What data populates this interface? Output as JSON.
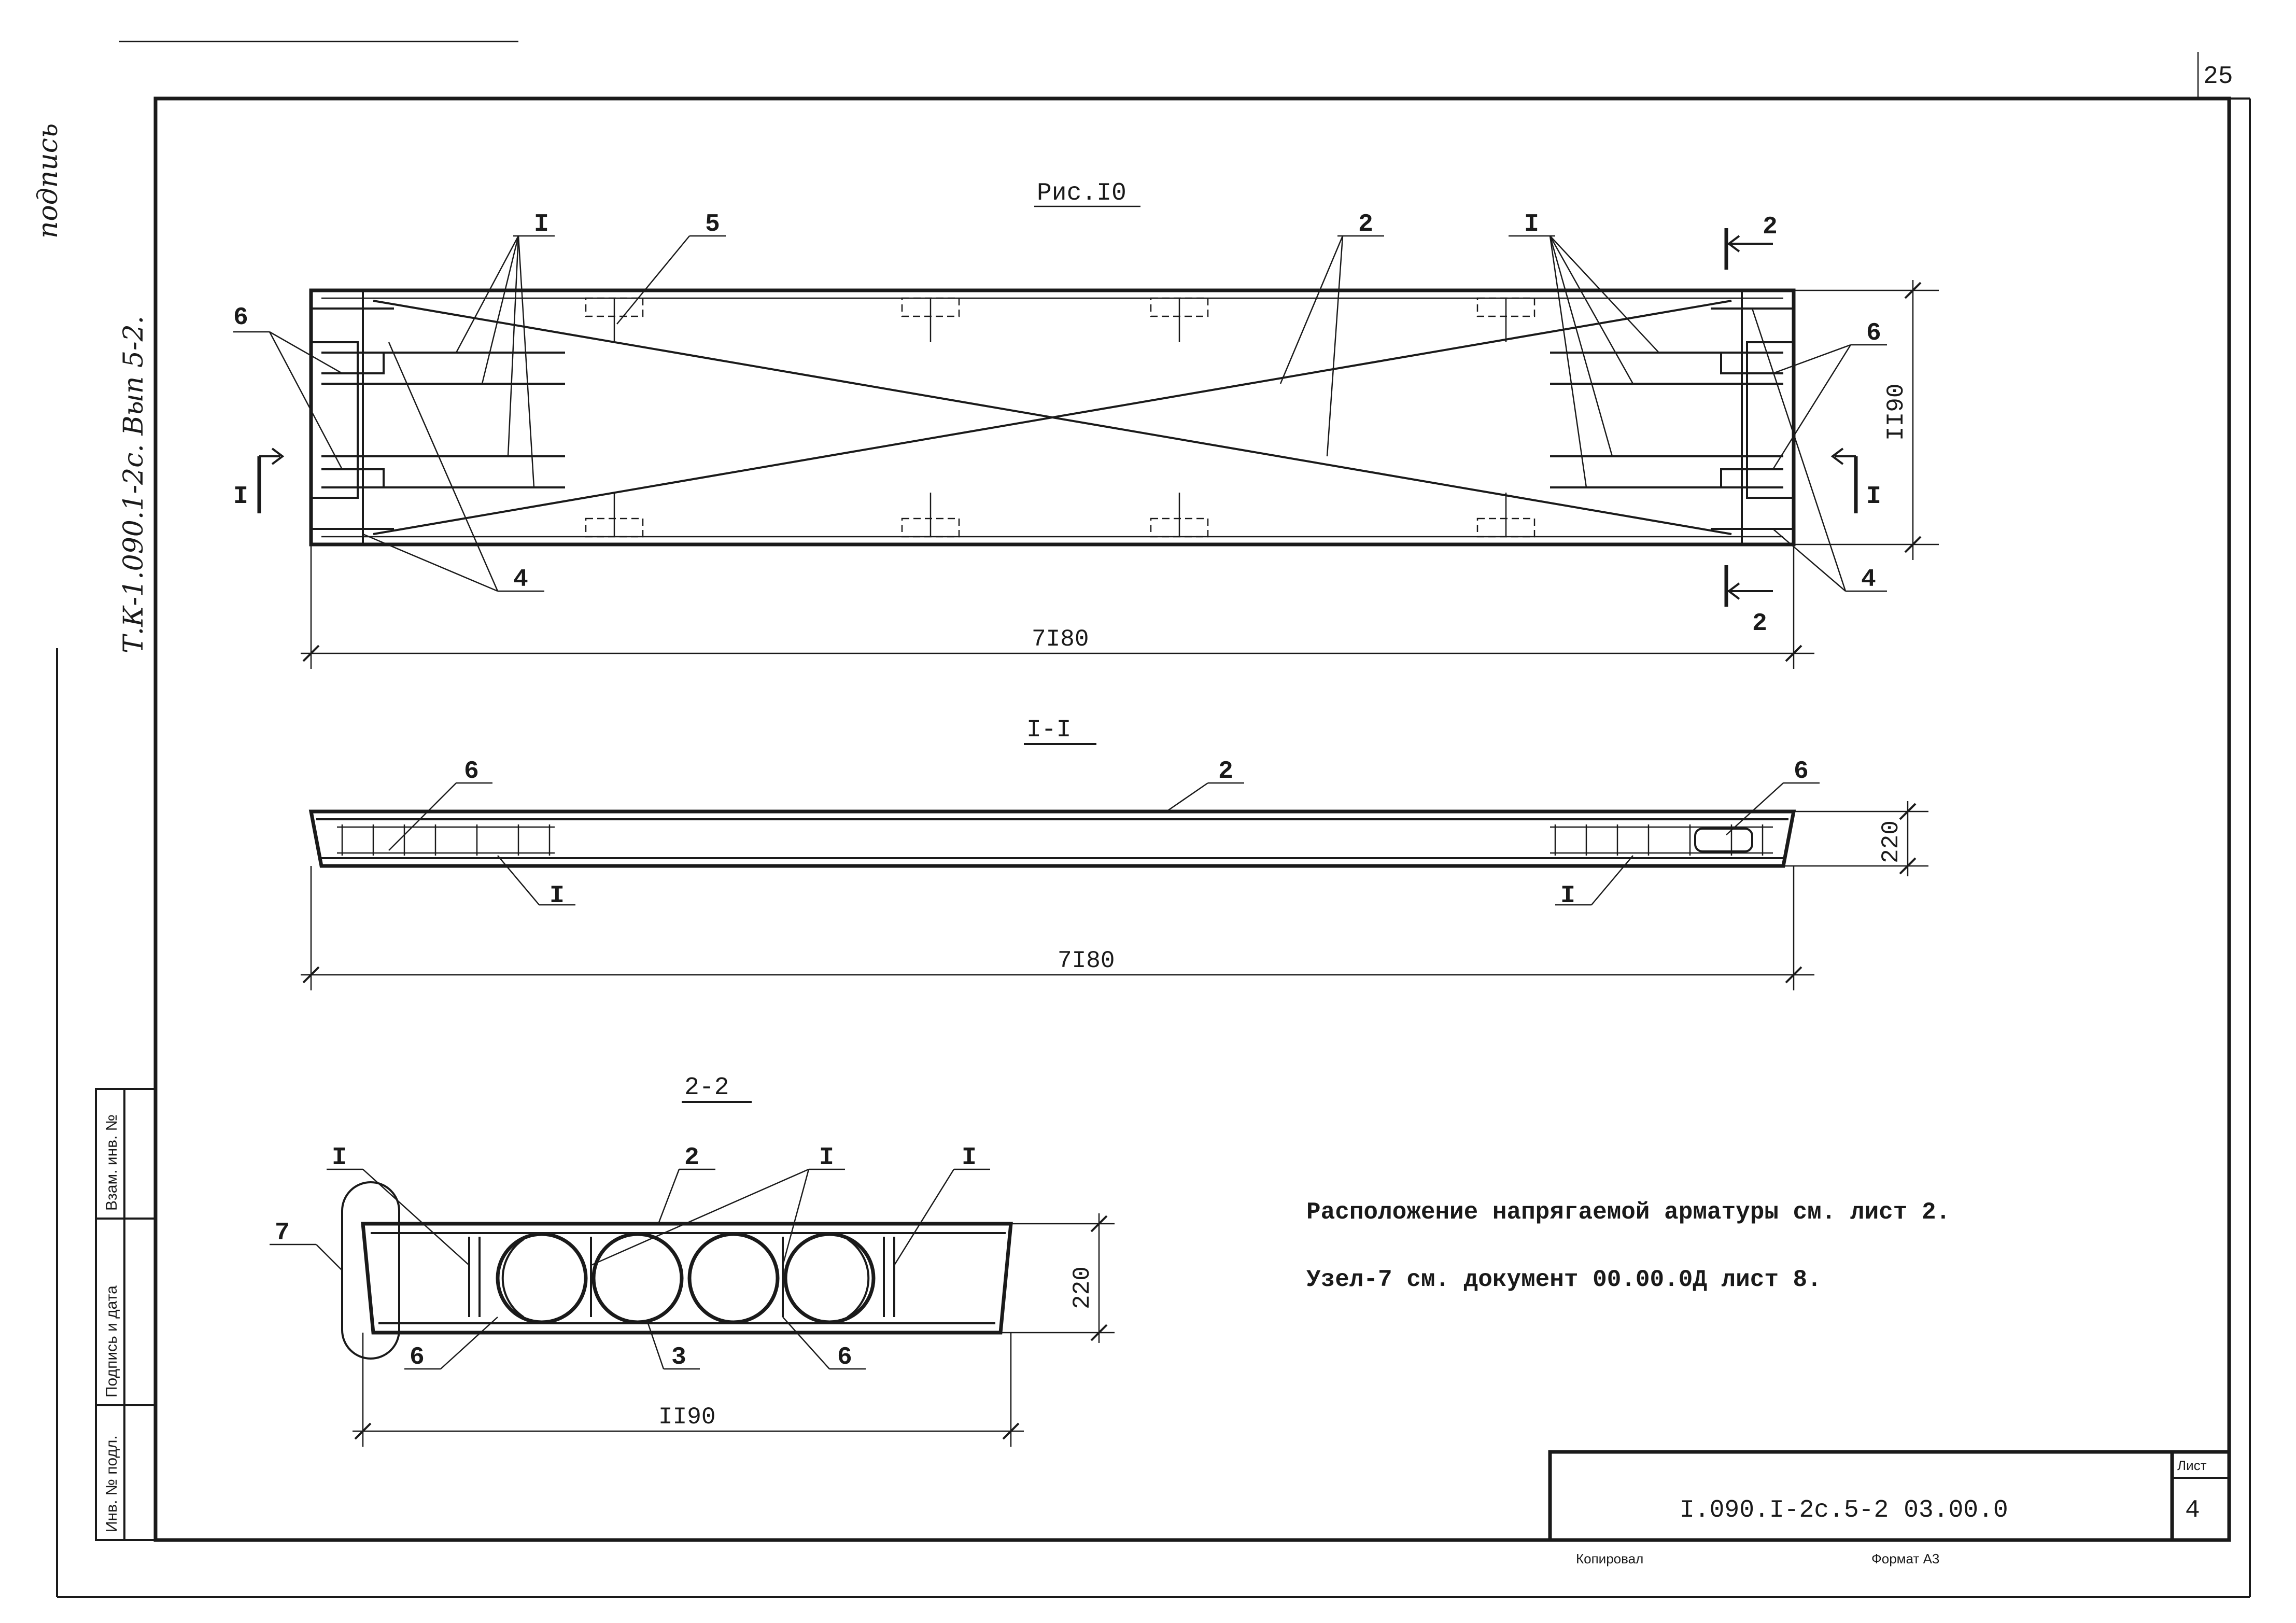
{
  "sheet": {
    "page_number": "25",
    "side_reference": "Т.К-1.090.1-2с. Вып 5-2.",
    "signature": "подпись"
  },
  "figure": {
    "title": "Рис.I0",
    "section_1_title": "I-I",
    "section_2_title": "2-2"
  },
  "plan_view": {
    "length_dim": "7I80",
    "width_dim": "II90",
    "callouts": {
      "pos1_left": "I",
      "pos1_right": "I",
      "pos2": "2",
      "pos4_left": "4",
      "pos4_right": "4",
      "pos5": "5",
      "pos6_left": "6",
      "pos6_right": "6"
    },
    "cut_markers": {
      "section1_left": "I",
      "section1_right": "I",
      "section2_top": "2",
      "section2_bottom": "2"
    }
  },
  "section_1": {
    "length_dim": "7I80",
    "height_dim": "220",
    "callouts": {
      "pos6_left": "6",
      "pos6_right": "6",
      "pos2": "2",
      "pos1_left": "I",
      "pos1_right": "I"
    }
  },
  "section_2": {
    "width_dim": "II90",
    "height_dim": "220",
    "callouts": {
      "pos7": "7",
      "pos1_a": "I",
      "pos2": "2",
      "pos1_b": "I",
      "pos1_c": "I",
      "pos6_left": "6",
      "pos3": "3",
      "pos6_right": "6"
    }
  },
  "notes": [
    "Расположение напрягаемой арматуры см. лист 2.",
    "Узел-7 см. документ 00.00.0Д лист 8."
  ],
  "title_block": {
    "designation": "I.090.I-2с.5-2  03.00.0",
    "sheet_label": "Лист",
    "sheet_number": "4",
    "copied_label": "Копировал",
    "format_label": "Формат А3"
  },
  "side_stamp": {
    "fields": [
      "Инв. № подл.",
      "Подпись и дата",
      "Взам. инв. №"
    ]
  }
}
